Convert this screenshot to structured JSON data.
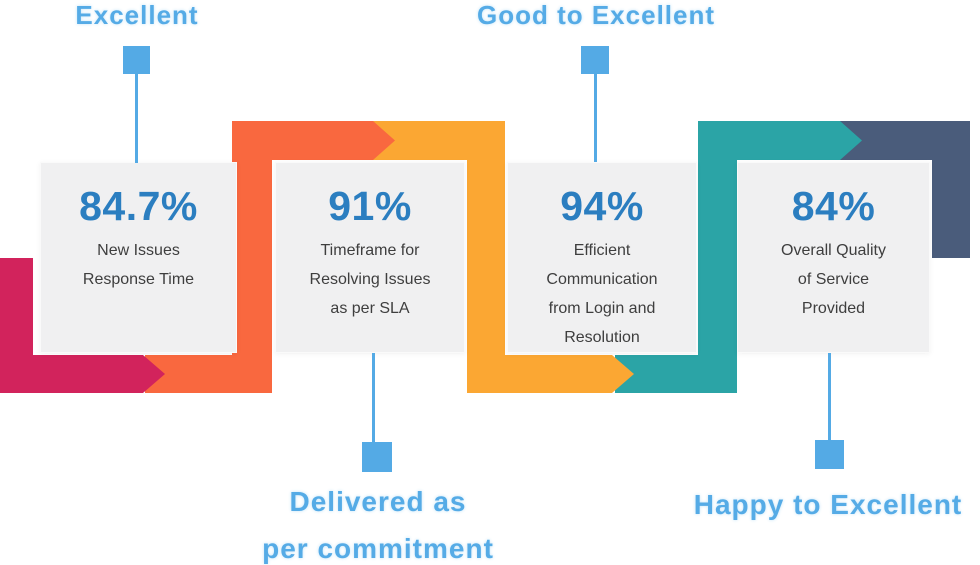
{
  "colors": {
    "crimson": "#d2235c",
    "orange_red": "#f9683f",
    "amber": "#fba733",
    "teal": "#2ba4a6",
    "slate_blue": "#4a5c7b",
    "value_blue": "#2b7ec0",
    "callout_blue": "#55abe6",
    "card_bg": "#f0f0f1",
    "card_text": "#3e3e3e"
  },
  "steps": [
    {
      "value": "84.7%",
      "lines": [
        "New Issues",
        "Response Time"
      ]
    },
    {
      "value": "91%",
      "lines": [
        "Timeframe for",
        "Resolving Issues",
        "as per SLA"
      ]
    },
    {
      "value": "94%",
      "lines": [
        "Efficient",
        "Communication",
        "from Login and",
        "Resolution"
      ]
    },
    {
      "value": "84%",
      "lines": [
        "Overall Quality",
        "of Service",
        "Provided"
      ]
    }
  ],
  "callouts": [
    {
      "lines": [
        "Excellent"
      ]
    },
    {
      "lines": [
        "Delivered as",
        "per commitment"
      ]
    },
    {
      "lines": [
        "Good to Excellent"
      ]
    },
    {
      "lines": [
        "Happy to Excellent"
      ]
    }
  ],
  "chart_data": {
    "type": "table",
    "title": "",
    "categories": [
      "New Issues Response Time",
      "Timeframe for Resolving Issues as per SLA",
      "Efficient Communication from Login and Resolution",
      "Overall Quality of Service Provided"
    ],
    "values": [
      84.7,
      91,
      94,
      84
    ],
    "value_labels": [
      "84.7%",
      "91%",
      "94%",
      "84%"
    ],
    "ratings": [
      "Excellent",
      "Delivered as per commitment",
      "Good to Excellent",
      "Happy to Excellent"
    ],
    "layout": "zigzag arrow ribbon flowing left to right; callouts above steps 1 and 3, below steps 2 and 4"
  }
}
